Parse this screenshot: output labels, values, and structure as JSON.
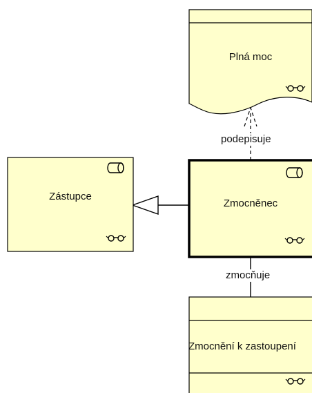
{
  "diagram": {
    "nodes": {
      "plna_moc": {
        "label": "Plná moc",
        "type": "business-object-document"
      },
      "zastupce": {
        "label": "Zástupce",
        "type": "business-role"
      },
      "zmocnenec": {
        "label": "Zmocněnec",
        "type": "business-role",
        "selected": true
      },
      "zmocneni": {
        "label": "Zmocnění k zastoupení",
        "type": "business-object-contract"
      }
    },
    "connections": {
      "podepisuje": {
        "label": "podepisuje",
        "from": "Zmocněnec",
        "to": "Plná moc",
        "type": "access"
      },
      "generalization": {
        "label": "",
        "from": "Zmocněnec",
        "to": "Zástupce",
        "type": "specialization"
      },
      "zmocnuje": {
        "label": "zmocňuje",
        "from": "Zmocněnec",
        "to": "Zmocnění k zastoupení",
        "type": "association"
      }
    },
    "colors": {
      "node_fill": "#FFFFCC",
      "stroke": "#000000",
      "background": "#FFFFFF"
    },
    "icons": [
      "role-cylinder-icon",
      "glasses-icon"
    ]
  }
}
